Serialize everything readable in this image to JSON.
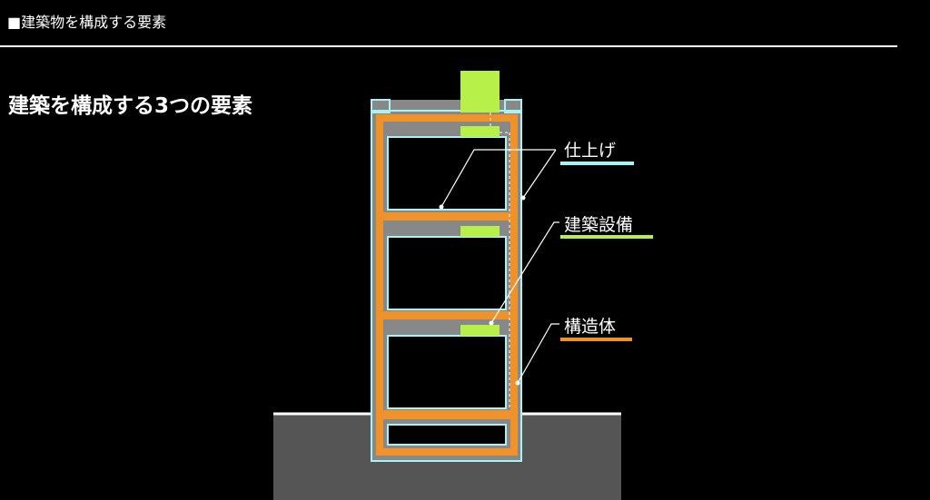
{
  "header": {
    "section_label": "■建築物を構成する要素"
  },
  "main": {
    "title": "建築を構成する3つの要素"
  },
  "legend": [
    {
      "label": "仕上げ",
      "color": "#a8f4f4"
    },
    {
      "label": "建築設備",
      "color": "#b8f04a"
    },
    {
      "label": "構造体",
      "color": "#f0922a"
    }
  ],
  "colors": {
    "background": "#000000",
    "ground": "#555555",
    "interior_fill": "#888888",
    "finish": "#a8f4f4",
    "equipment": "#b8f04a",
    "structure": "#f0922a"
  }
}
